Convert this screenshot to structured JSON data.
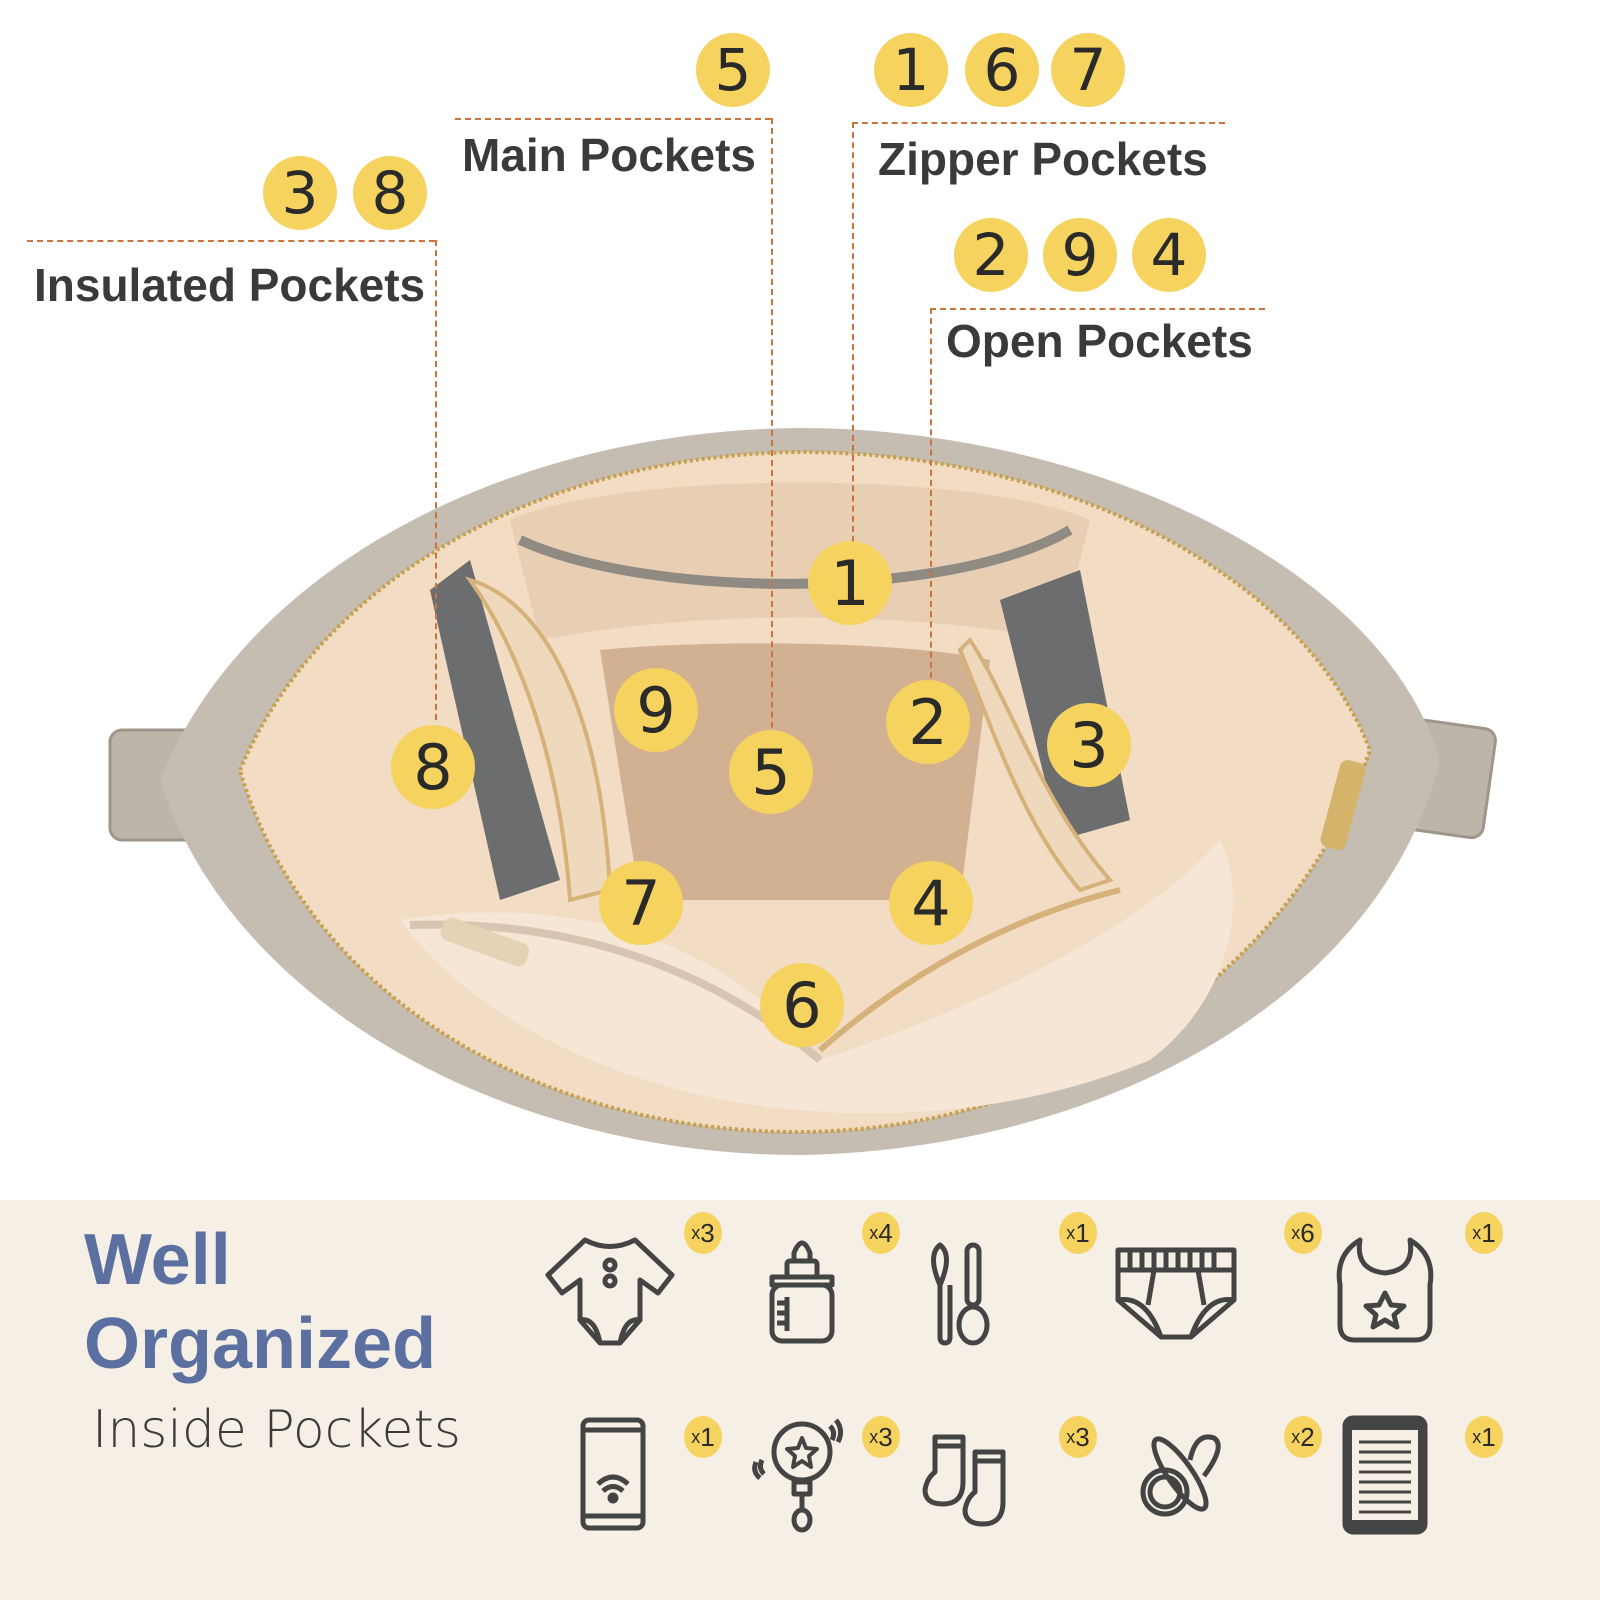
{
  "callouts": {
    "main": {
      "label": "Main Pockets",
      "numbers": [
        "5"
      ]
    },
    "zipper": {
      "label": "Zipper Pockets",
      "numbers": [
        "1",
        "6",
        "7"
      ]
    },
    "insulated": {
      "label": "Insulated Pockets",
      "numbers": [
        "3",
        "8"
      ]
    },
    "open": {
      "label": "Open Pockets",
      "numbers": [
        "2",
        "9",
        "4"
      ]
    }
  },
  "bag_markers": [
    "1",
    "9",
    "5",
    "2",
    "3",
    "8",
    "7",
    "4",
    "6"
  ],
  "banner": {
    "title_line1": "Well",
    "title_line2": "Organized",
    "subtitle": "Inside Pockets"
  },
  "items": [
    {
      "icon": "onesie-icon",
      "count": "3"
    },
    {
      "icon": "baby-bottle-icon",
      "count": "4"
    },
    {
      "icon": "fork-spoon-icon",
      "count": "1"
    },
    {
      "icon": "diaper-icon",
      "count": "6"
    },
    {
      "icon": "bib-icon",
      "count": "1"
    },
    {
      "icon": "phone-icon",
      "count": "1"
    },
    {
      "icon": "rattle-icon",
      "count": "3"
    },
    {
      "icon": "socks-icon",
      "count": "3"
    },
    {
      "icon": "pacifier-icon",
      "count": "2"
    },
    {
      "icon": "tablet-icon",
      "count": "1"
    }
  ],
  "colors": {
    "badge": "#f5d35e",
    "accent_title": "#5b6fa0",
    "leader": "#c9743f",
    "band": "#f5efe5"
  }
}
